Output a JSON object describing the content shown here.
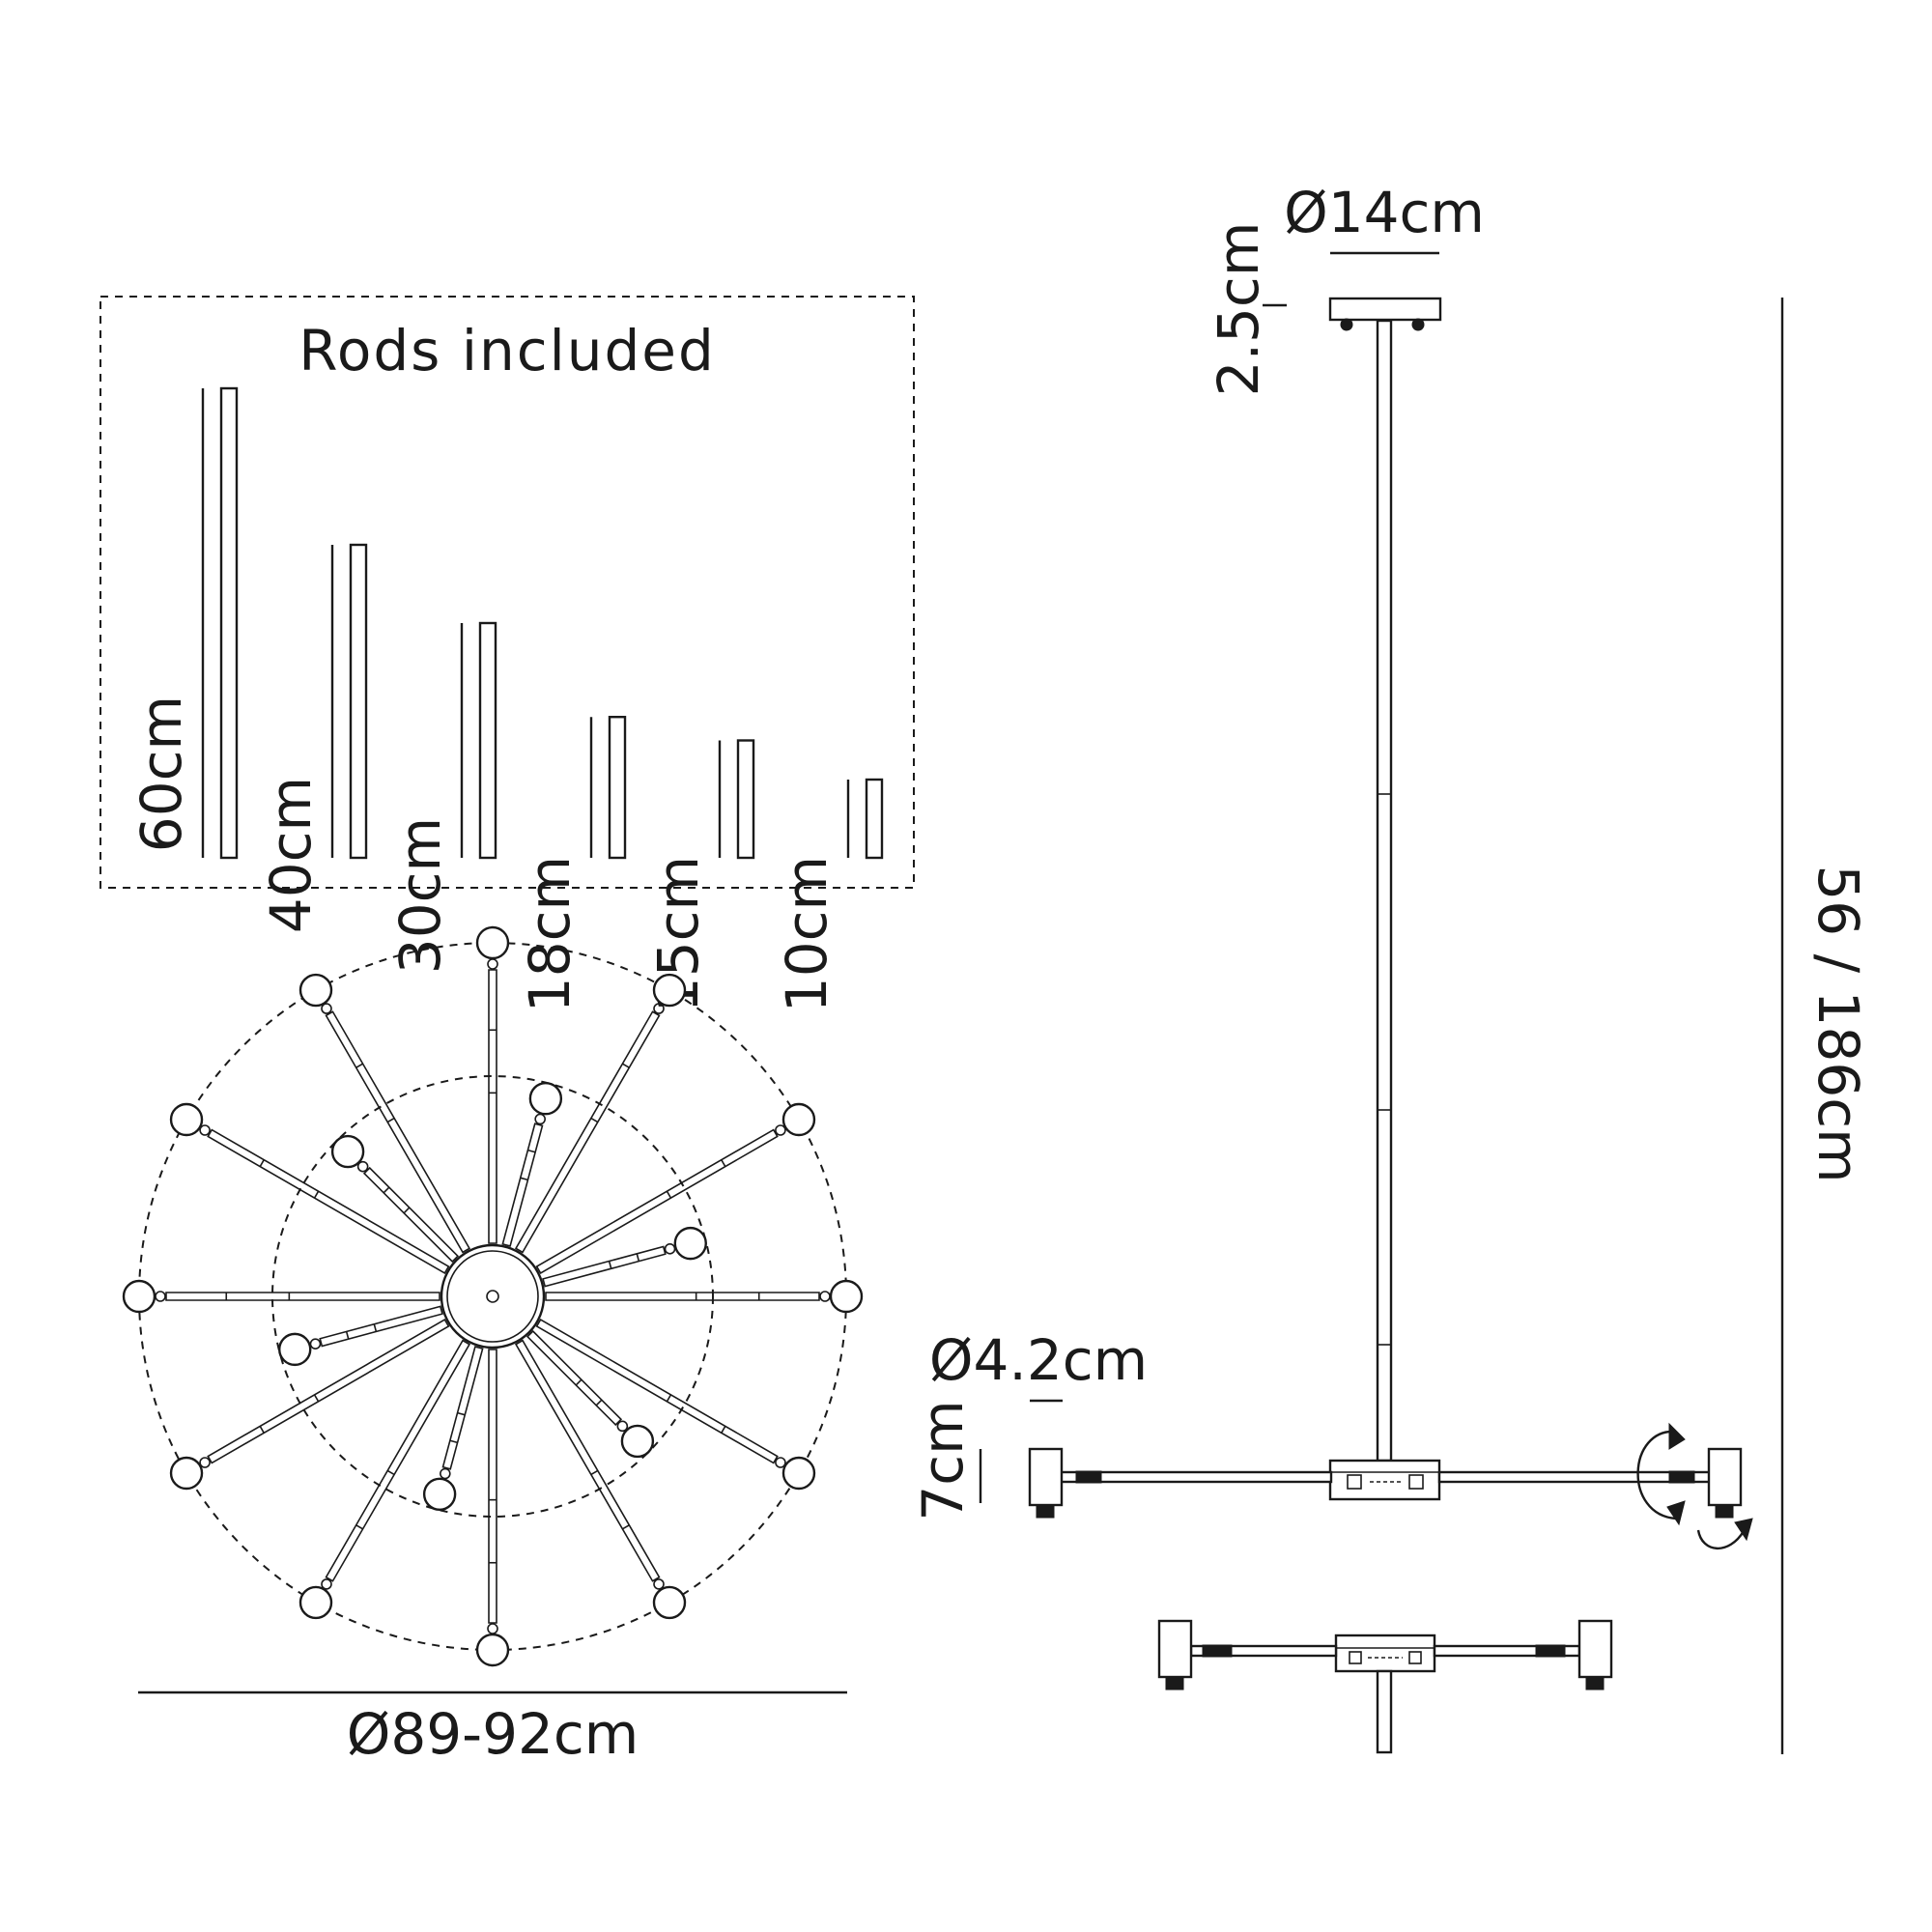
{
  "rods_panel": {
    "title": "Rods included",
    "rods": [
      {
        "label": "60cm",
        "length_cm": 60
      },
      {
        "label": "40cm",
        "length_cm": 40
      },
      {
        "label": "30cm",
        "length_cm": 30
      },
      {
        "label": "18cm",
        "length_cm": 18
      },
      {
        "label": "15cm",
        "length_cm": 15
      },
      {
        "label": "10cm",
        "length_cm": 10
      }
    ]
  },
  "top_view": {
    "diameter_label": "Ø89-92cm",
    "outer_arms": 12,
    "inner_arms": 6
  },
  "side_view": {
    "canopy_diameter_label": "Ø14cm",
    "canopy_height_label": "2.5cm",
    "total_height_label": "56 / 186cm",
    "holder_diameter_label": "Ø4.2cm",
    "holder_height_label": "7cm"
  },
  "colors": {
    "line": "#1a1a1a",
    "background": "#ffffff"
  }
}
